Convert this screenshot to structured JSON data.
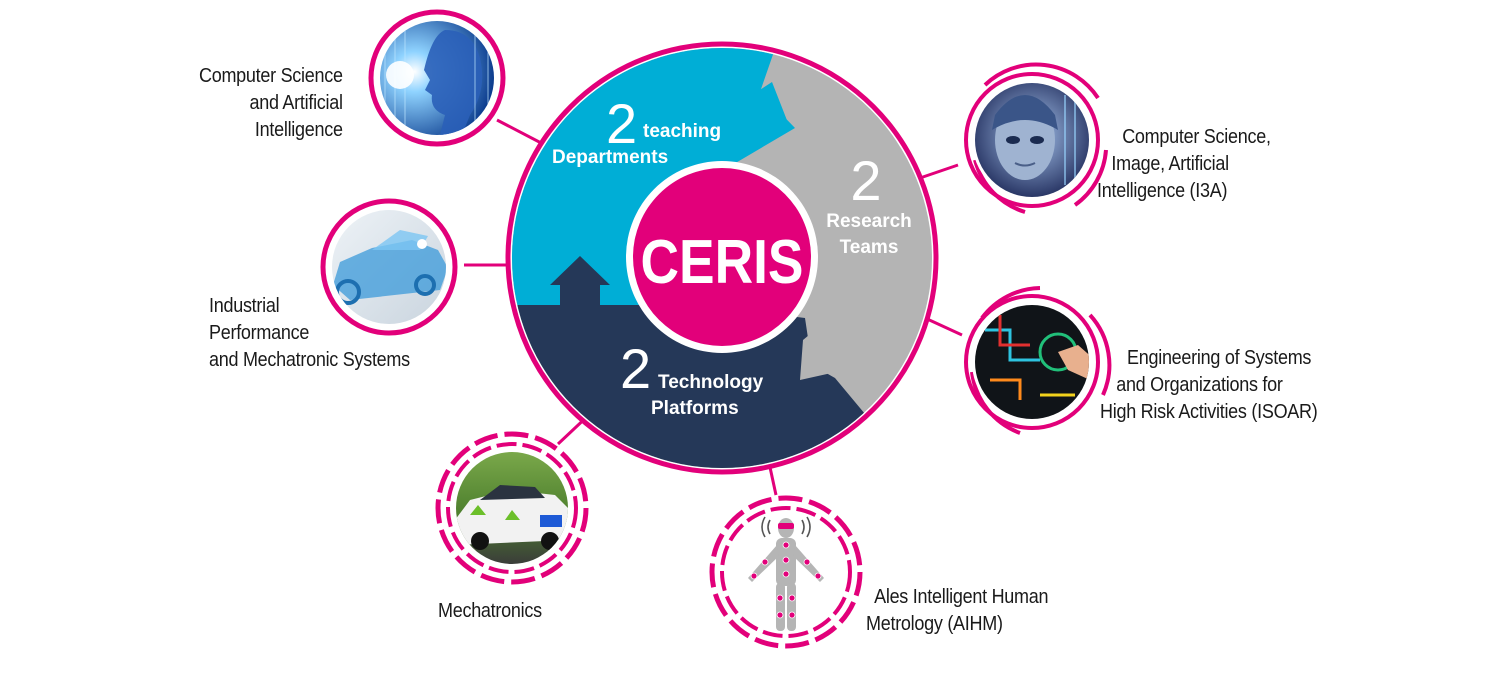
{
  "center": {
    "label": "CERIS",
    "color": "#e2007a"
  },
  "segments": {
    "teaching": {
      "number": "2",
      "line1": "teaching",
      "line2": "Departments",
      "color": "#00aed6"
    },
    "research": {
      "number": "2",
      "line1": "Research",
      "line2": "Teams",
      "color": "#b4b4b4"
    },
    "platforms": {
      "number": "2",
      "line1": "Technology",
      "line2": "Platforms",
      "color": "#253858"
    }
  },
  "accent_color": "#e2007a",
  "departments": [
    {
      "image": "ai-face-image",
      "lines": [
        "Computer Science",
        "and Artificial",
        "Intelligence"
      ]
    },
    {
      "image": "transparent-car-image",
      "lines": [
        "Industrial",
        "Performance",
        "and Mechatronic Systems"
      ]
    }
  ],
  "teams": [
    {
      "image": "robot-face-image",
      "lines": [
        "Computer Science,",
        "Image, Artificial",
        "Intelligence (I3A)"
      ]
    },
    {
      "image": "control-screen-image",
      "lines": [
        "Engineering of Systems",
        "and Organizations for",
        "High Risk Activities (ISOAR)"
      ]
    }
  ],
  "platforms": [
    {
      "image": "race-car-image",
      "lines": [
        "Mechatronics"
      ]
    },
    {
      "image": "human-body-sensors-image",
      "lines": [
        "Ales Intelligent Human",
        "Metrology (AIHM)"
      ]
    }
  ]
}
